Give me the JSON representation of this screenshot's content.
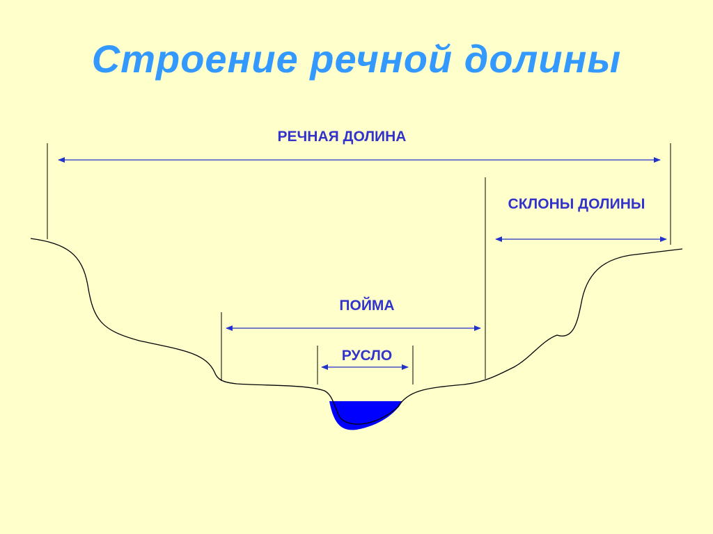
{
  "title": "Строение речной долины",
  "labels": {
    "valley": "РЕЧНАЯ ДОЛИНА",
    "slopes": "СКЛОНЫ ДОЛИНЫ",
    "floodplain": "ПОЙМА",
    "channel": "РУСЛО"
  },
  "colors": {
    "background": "#ffffcc",
    "title": "#3399ff",
    "label": "#3333cc",
    "arrow": "#2233cc",
    "water": "#0000ff",
    "terrain": "#000000"
  }
}
